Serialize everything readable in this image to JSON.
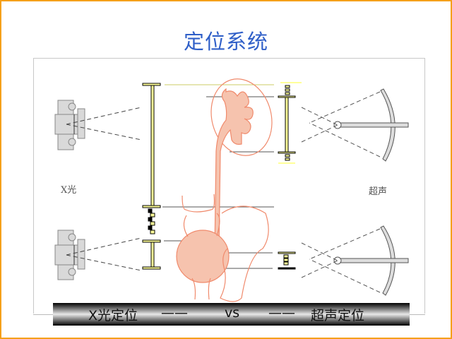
{
  "slide": {
    "title": "定位系统",
    "label_left": "X光",
    "label_right": "超声",
    "banner": {
      "left": "X光定位",
      "dash1": "——",
      "middle": "vs",
      "dash2": "——",
      "right": "超声定位"
    }
  },
  "colors": {
    "border": "#f5a01a",
    "title": "#2f5fc8",
    "organ": "#f08a6c",
    "organ_fill": "#f6c3ae",
    "bar": "#ffff99"
  }
}
